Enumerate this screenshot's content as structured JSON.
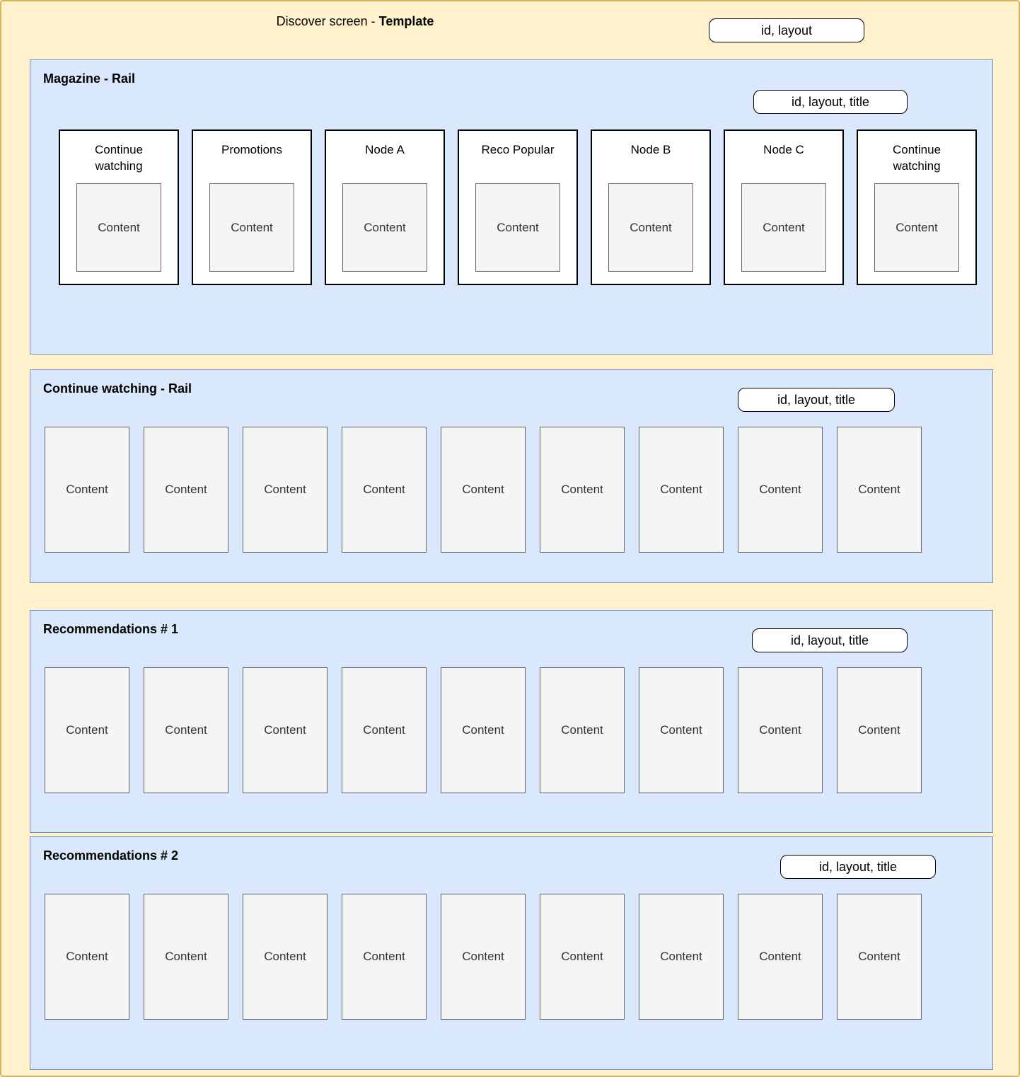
{
  "page": {
    "title_prefix": "Discover screen - ",
    "title_emphasis": "Template",
    "top_badge": "id, layout"
  },
  "sections": [
    {
      "title": "Magazine - Rail",
      "badge": "id, layout, title",
      "cards": [
        {
          "label": "Continue watching",
          "content": "Content"
        },
        {
          "label": "Promotions",
          "content": "Content"
        },
        {
          "label": "Node A",
          "content": "Content"
        },
        {
          "label": "Reco Popular",
          "content": "Content"
        },
        {
          "label": "Node B",
          "content": "Content"
        },
        {
          "label": "Node C",
          "content": "Content"
        },
        {
          "label": "Continue watching",
          "content": "Content"
        }
      ]
    },
    {
      "title": "Continue watching - Rail",
      "badge": "id, layout, title",
      "boxes": [
        "Content",
        "Content",
        "Content",
        "Content",
        "Content",
        "Content",
        "Content",
        "Content",
        "Content"
      ]
    },
    {
      "title": "Recommendations # 1",
      "badge": "id, layout, title",
      "boxes": [
        "Content",
        "Content",
        "Content",
        "Content",
        "Content",
        "Content",
        "Content",
        "Content",
        "Content"
      ]
    },
    {
      "title": "Recommendations # 2",
      "badge": "id, layout, title",
      "boxes": [
        "Content",
        "Content",
        "Content",
        "Content",
        "Content",
        "Content",
        "Content",
        "Content",
        "Content"
      ]
    }
  ],
  "colors": {
    "canvas_bg": "#FFF2CC",
    "canvas_border": "#D6B656",
    "rail_bg": "#DAE8FC",
    "rail_border": "#6C8EBF",
    "card_bg": "#FFFFFF",
    "card_border": "#000000",
    "content_bg": "#F5F5F5",
    "content_border": "#666666"
  }
}
